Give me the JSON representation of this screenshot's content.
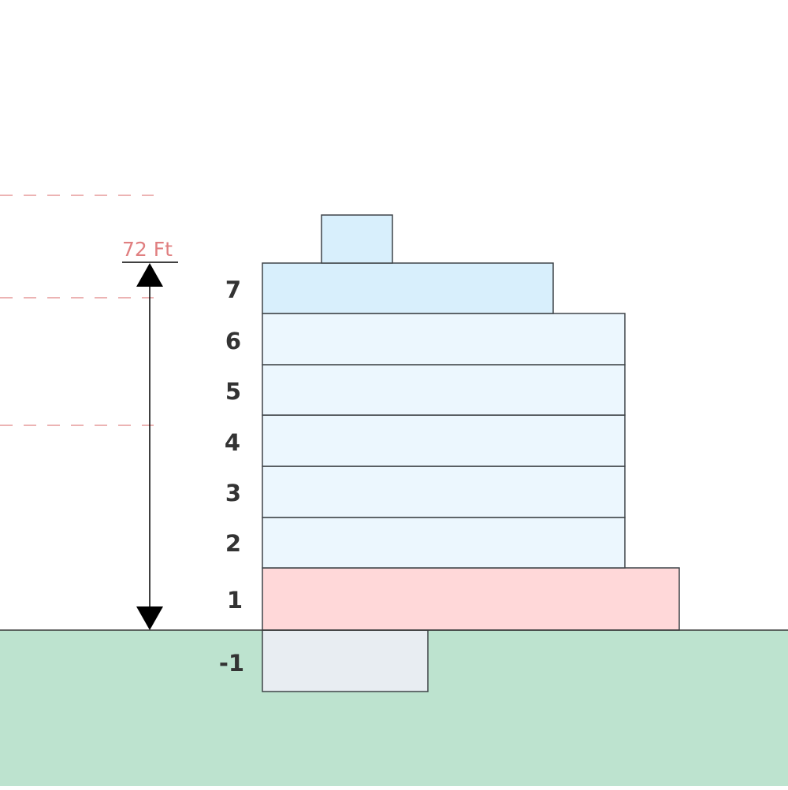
{
  "height_label": "72 Ft",
  "floor_labels": [
    "7",
    "6",
    "5",
    "4",
    "3",
    "2",
    "1",
    "-1"
  ],
  "colors": {
    "ground": "#bde3cf",
    "ground_line": "#3a3a3a",
    "upper_floor": "#ecf7fe",
    "top_floor": "#d8effc",
    "penthouse": "#d8effc",
    "ground_floor": "#ffd8d9",
    "basement": "#e8edf2",
    "outline": "#3f4448",
    "dashed_line": "#e59a9a",
    "height_label": "#e07f80",
    "floor_label": "#333333",
    "dimension": "#000000"
  }
}
